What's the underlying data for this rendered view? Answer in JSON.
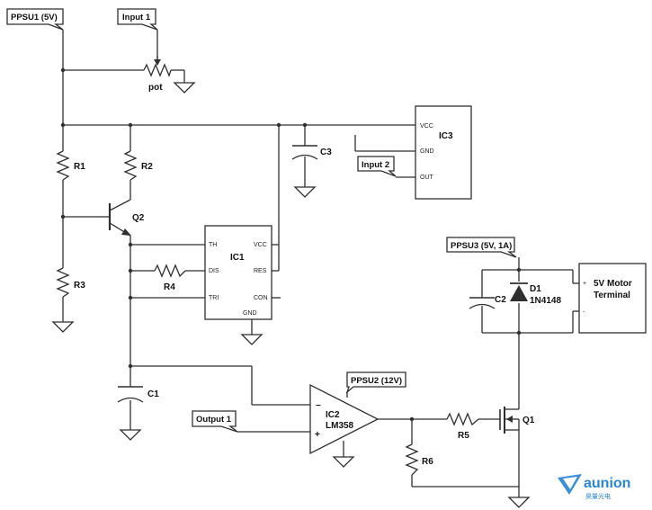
{
  "net_labels": {
    "ppsu1": "PPSU1 (5V)",
    "input1": "Input 1",
    "input2": "Input 2",
    "ppsu3": "PPSU3 (5V, 1A)",
    "ppsu2": "PPSU2 (12V)",
    "output1": "Output 1"
  },
  "components": {
    "pot": "pot",
    "r1": "R1",
    "r2": "R2",
    "r3": "R3",
    "r4": "R4",
    "r5": "R5",
    "r6": "R6",
    "q1": "Q1",
    "q2": "Q2",
    "c1": "C1",
    "c2": "C2",
    "c3": "C3",
    "d1": "D1",
    "d1_part": "1N4148",
    "ic1": "IC1",
    "ic2": "IC2",
    "ic2_part": "LM358",
    "ic3": "IC3"
  },
  "ic1_pins": {
    "th": "TH",
    "dis": "DIS",
    "tri": "TRI",
    "vcc": "VCC",
    "res": "RES",
    "con": "CON",
    "gnd": "GND"
  },
  "ic3_pins": {
    "vcc": "VCC",
    "gnd": "GND",
    "out": "OUT"
  },
  "opamp_signs": {
    "minus": "−",
    "plus": "+"
  },
  "terminal": {
    "title_line1": "5V Motor",
    "title_line2": "Terminal",
    "plus": "+",
    "minus": "-"
  },
  "watermark": {
    "name": "aunion",
    "sub": "昊量光电"
  }
}
